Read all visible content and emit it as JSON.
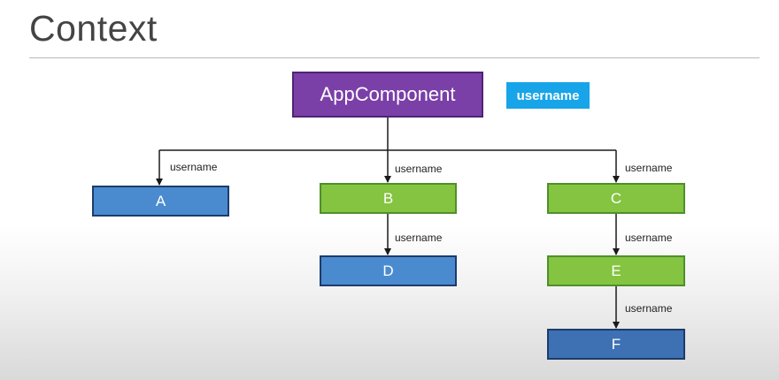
{
  "slide": {
    "title": "Context"
  },
  "diagram": {
    "root": {
      "label": "AppComponent"
    },
    "badge": {
      "label": "username"
    },
    "nodes": {
      "a": {
        "label": "A"
      },
      "b": {
        "label": "B"
      },
      "c": {
        "label": "C"
      },
      "d": {
        "label": "D"
      },
      "e": {
        "label": "E"
      },
      "f": {
        "label": "F"
      }
    },
    "edges": {
      "root_a": "username",
      "root_b": "username",
      "root_c": "username",
      "b_d": "username",
      "c_e": "username",
      "e_f": "username"
    },
    "colors": {
      "root_fill": "#7b3fa8",
      "badge_fill": "#18a4e8",
      "blue_node_fill": "#4a8bd0",
      "green_node_fill": "#84c441",
      "navy_node_fill": "#3d71b3"
    }
  }
}
